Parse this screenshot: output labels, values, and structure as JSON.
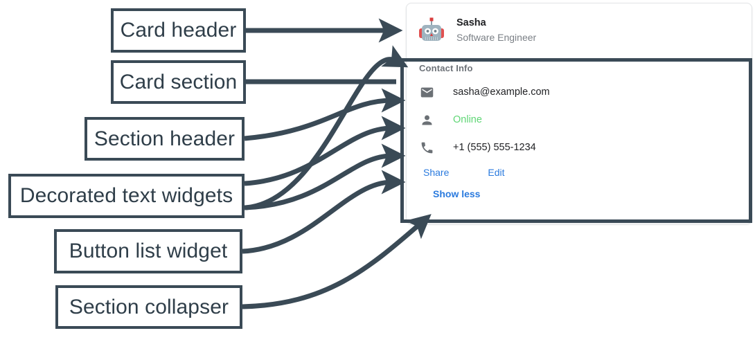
{
  "annotations": [
    {
      "id": "card-header",
      "label": "Card header"
    },
    {
      "id": "card-section",
      "label": "Card section"
    },
    {
      "id": "section-header",
      "label": "Section header"
    },
    {
      "id": "decorated-text-widgets",
      "label": "Decorated text widgets"
    },
    {
      "id": "button-list-widget",
      "label": "Button list widget"
    },
    {
      "id": "section-collapser",
      "label": "Section collapser"
    }
  ],
  "card": {
    "header": {
      "avatar_icon": "robot-avatar-icon",
      "title": "Sasha",
      "subtitle": "Software Engineer"
    },
    "section": {
      "header": "Contact Info",
      "rows": [
        {
          "icon": "mail-icon",
          "text": "sasha@example.com",
          "color": "#202124"
        },
        {
          "icon": "person-icon",
          "text": "Online",
          "color": "#5fd675"
        },
        {
          "icon": "phone-icon",
          "text": "+1 (555) 555-1234",
          "color": "#202124"
        }
      ],
      "buttons": [
        {
          "label": "Share"
        },
        {
          "label": "Edit"
        }
      ],
      "collapser": {
        "label": "Show less"
      }
    }
  },
  "colors": {
    "annotation_stroke": "#3a4a56",
    "link_blue": "#2a7ade",
    "online_green": "#5fd675",
    "muted_gray": "#6d7278"
  }
}
